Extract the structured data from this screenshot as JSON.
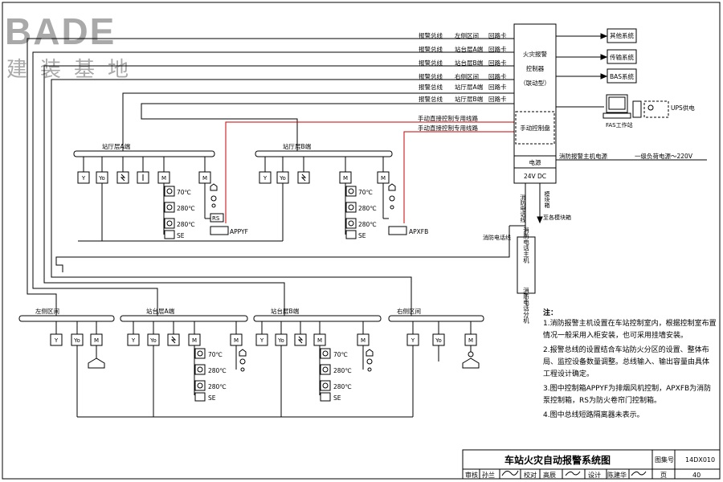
{
  "logo": {
    "brand": "BADE",
    "subtitle": "建装基地"
  },
  "controller": {
    "title_lines": [
      "火灾报警",
      "控制器",
      "（联动型）"
    ],
    "manual_panel": "手动控制盘",
    "power": "电源",
    "voltage": "24V DC"
  },
  "bus_labels": [
    {
      "kind": "报警总线",
      "area": "左侧区间",
      "card": "回路卡"
    },
    {
      "kind": "报警总线",
      "area": "站台层A端",
      "card": "回路卡"
    },
    {
      "kind": "报警总线",
      "area": "站台层B端",
      "card": "回路卡"
    },
    {
      "kind": "报警总线",
      "area": "右侧区间",
      "card": "回路卡"
    },
    {
      "kind": "报警总线",
      "area": "站厅层A端",
      "card": "回路卡"
    },
    {
      "kind": "报警总线",
      "area": "站厅层B端",
      "card": "回路卡"
    }
  ],
  "manual_lines": [
    "手动直接控制专用线路",
    "手动直接控制专用线路"
  ],
  "systems": [
    "其他系统",
    "传输系统",
    "BAS系统"
  ],
  "workstation": {
    "fas": "FAS工作站",
    "ups": "UPS供电"
  },
  "power_line": {
    "left": "消防报警主机电源",
    "right": "一级负荷电源～220V"
  },
  "vertical_labels": {
    "phone_line_a": "消防电话线",
    "module_box": "模块箱",
    "to_module_box": "至各模块箱",
    "phone_line_b": "消防电话线",
    "phone_host": "消防电话主机",
    "phone_ext": "消防电话分机"
  },
  "hall_a": {
    "title": "站厅层A端",
    "temps": [
      "70℃",
      "280℃",
      "280℃"
    ],
    "se": "SE",
    "device": "APPYF",
    "rs": "RS"
  },
  "hall_b": {
    "title": "站厅层B端",
    "temps": [
      "70℃",
      "280℃",
      "280℃"
    ],
    "se": "SE",
    "device": "APXFB"
  },
  "left_section": {
    "title": "左侧区间"
  },
  "right_section": {
    "title": "右侧区间"
  },
  "plat_a": {
    "title": "站台层A端",
    "temps": [
      "70℃",
      "280℃",
      "280℃"
    ],
    "se": "SE"
  },
  "plat_b": {
    "title": "站台层B端",
    "temps": [
      "70℃",
      "280℃",
      "280℃"
    ],
    "se": "SE"
  },
  "symbols": {
    "smoke": "Y",
    "heat": "Yo",
    "module": "M"
  },
  "notes": {
    "heading": "注：",
    "items": [
      "1.消防报警主机设置在车站控制室内，根据控制室布置",
      "   情况一般采用入柜安装，也可采用挂墙安装。",
      "2.报警总线的设置结合车站防火分区的设置、整体布",
      "   局、监控设备数量调整。总线输入、输出容量由具体",
      "   工程设计确定。",
      "3.图中控制箱APPYF为排烟风机控制，APXFB为消防",
      "   泵控制箱，RS为防火卷帘门控制箱。",
      "4.图中总线短路隔离器未表示。"
    ]
  },
  "title_block": {
    "title": "车站火灾自动报警系统图",
    "atlas_label": "图集号",
    "atlas_no": "14DX010",
    "page_label": "页",
    "page_no": "40",
    "row2": [
      "审核",
      "孙兰",
      "校对",
      "高辰",
      "设计",
      "陈建华"
    ]
  }
}
